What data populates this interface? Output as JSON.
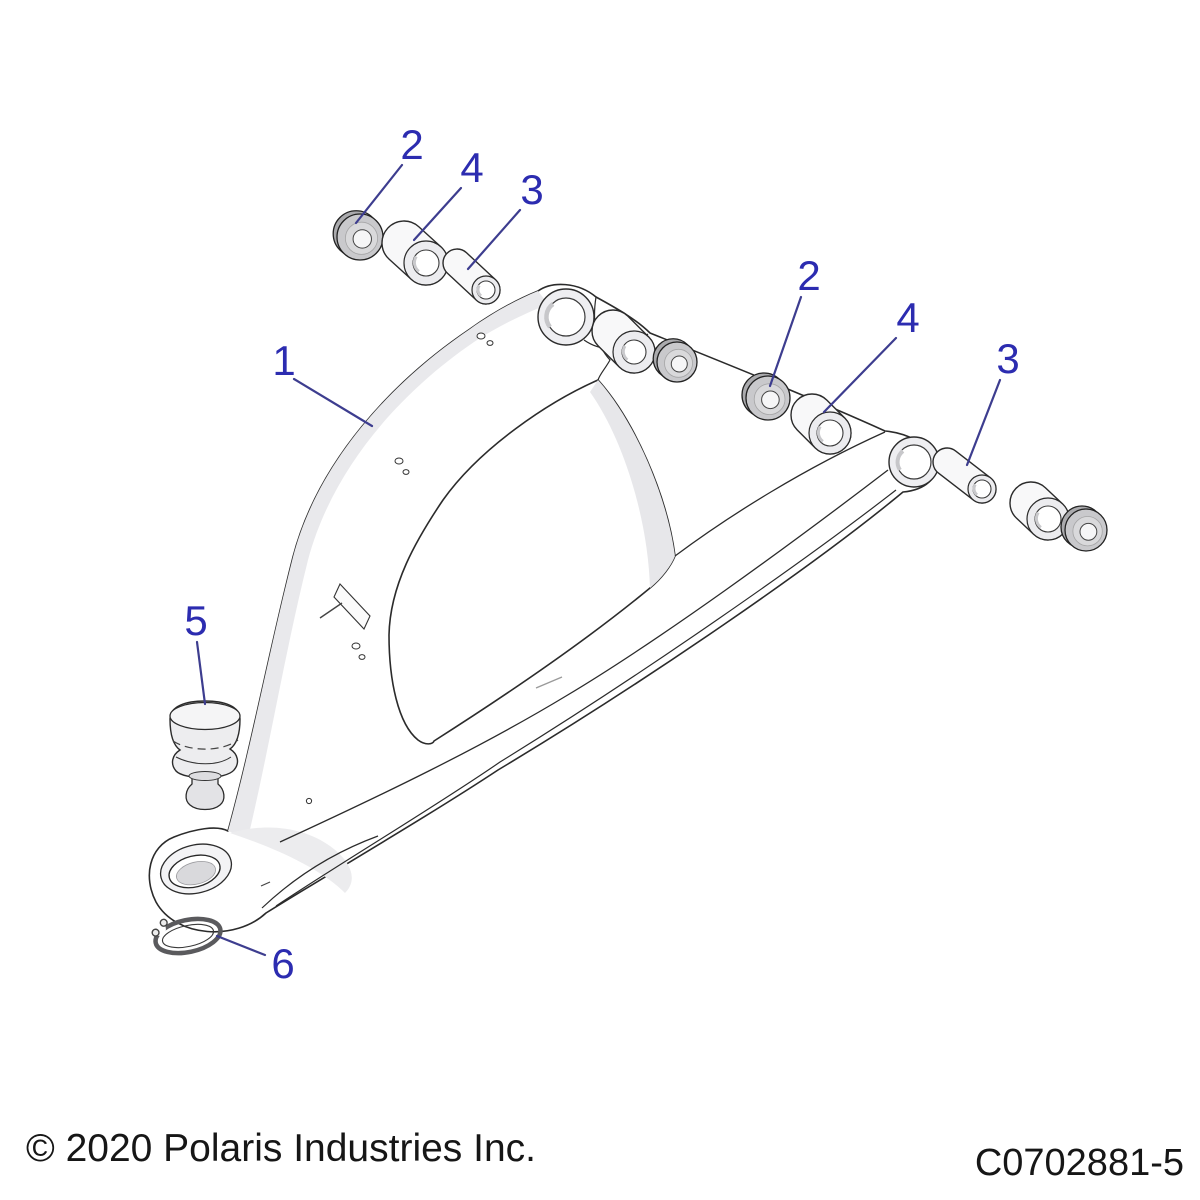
{
  "diagram": {
    "callouts": [
      {
        "label": "1"
      },
      {
        "label": "2"
      },
      {
        "label": "4"
      },
      {
        "label": "3"
      },
      {
        "label": "2"
      },
      {
        "label": "4"
      },
      {
        "label": "3"
      },
      {
        "label": "5"
      },
      {
        "label": "6"
      }
    ],
    "colors": {
      "callout_text": "#2c2cb0",
      "leader_line": "#3d3d8f",
      "line_art": "#2b2b2b",
      "background": "#ffffff"
    }
  },
  "footer": {
    "copyright": "© 2020 Polaris Industries Inc.",
    "drawing_number": "C0702881-5"
  }
}
